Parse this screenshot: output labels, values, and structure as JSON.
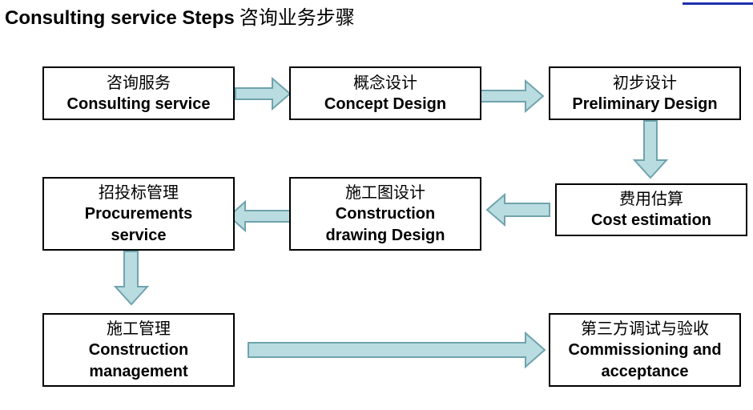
{
  "title": {
    "en": "Consulting service Steps",
    "zh": "咨询业务步骤"
  },
  "steps": [
    {
      "zh": "咨询服务",
      "en_lines": [
        "Consulting service"
      ]
    },
    {
      "zh": "概念设计",
      "en_lines": [
        "Concept Design"
      ]
    },
    {
      "zh": "初步设计",
      "en_lines": [
        "Preliminary Design"
      ]
    },
    {
      "zh": "费用估算",
      "en_lines": [
        "Cost estimation"
      ]
    },
    {
      "zh": "施工图设计",
      "en_lines": [
        "Construction",
        "drawing Design"
      ]
    },
    {
      "zh": "招投标管理",
      "en_lines": [
        "Procurements",
        "service"
      ]
    },
    {
      "zh": "施工管理",
      "en_lines": [
        "Construction",
        "management"
      ]
    },
    {
      "zh": "第三方调试与验收",
      "en_lines": [
        "Commissioning and",
        "acceptance"
      ]
    }
  ],
  "colors": {
    "arrow_fill": "#b9dce0",
    "arrow_stroke": "#6fa3ad",
    "accent_rule": "#1f2fb0"
  }
}
